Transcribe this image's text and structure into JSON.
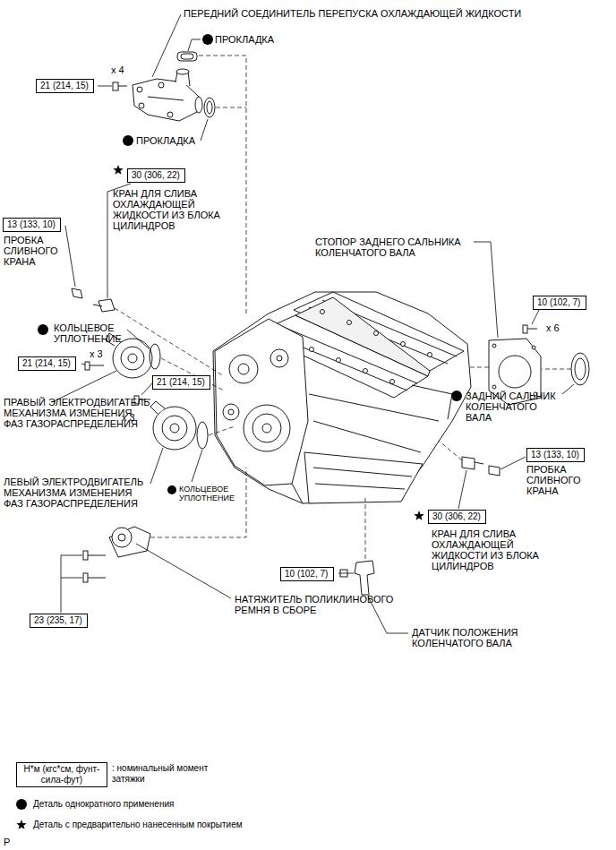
{
  "diagram": {
    "nodes": [
      {
        "text": [
          "21 (214, 15)"
        ]
      },
      {
        "text": [
          "30 (306, 22)"
        ]
      },
      {
        "text": [
          "13 (133, 10)"
        ]
      },
      {
        "text": [
          "10 (102, 7)"
        ]
      },
      {
        "text": [
          "21 (214, 15)"
        ]
      },
      {
        "text": [
          "21 (214, 15)"
        ]
      },
      {
        "text": [
          "13 (133, 10)"
        ]
      },
      {
        "text": [
          "30 (306, 22)"
        ]
      },
      {
        "text": [
          "23 (235, 17)"
        ]
      },
      {
        "text": [
          "10 (102, 7)"
        ]
      },
      {
        "text": [
          "Н*м (кгс*см, фунт-сила-фут)"
        ]
      }
    ],
    "labels": [
      "ПЕРЕДНИЙ СОЕДИНИТЕЛЬ ПЕРЕПУСКА ОХЛАЖДАЮЩЕЙ ЖИДКОСТИ",
      "ПРОКЛАДКА",
      "x 4",
      "ПРОКЛАДКА",
      "КРАН ДЛЯ СЛИВА ОХЛАЖДАЮЩЕЙ ЖИДКОСТИ ИЗ БЛОКА ЦИЛИНДРОВ",
      "ПРОБКА СЛИВНОГО КРАНА",
      "СТОПОР ЗАДНЕГО САЛЬНИКА КОЛЕНЧАТОГО ВАЛА",
      "x 6",
      "КОЛЬЦЕВОЕ УПЛОТНЕНИЕ",
      "x 3",
      "ЗАДНИЙ САЛЬНИК КОЛЕНЧАТОГО ВАЛА",
      "x 3",
      "ПРАВЫЙ ЭЛЕКТРОДВИГАТЕЛЬ МЕХАНИЗМА ИЗМЕНЕНИЯ ФАЗ ГАЗОРАСПРЕДЕЛЕНИЯ",
      "ПРОБКА СЛИВНОГО КРАНА",
      "ЛЕВЫЙ ЭЛЕКТРОДВИГАТЕЛЬ МЕХАНИЗМА ИЗМЕНЕНИЯ ФАЗ ГАЗОРАСПРЕДЕЛЕНИЯ",
      "КОЛЬЦЕВОЕ УПЛОТНЕНИЕ",
      "КРАН ДЛЯ СЛИВА ОХЛАЖДАЮЩЕЙ ЖИДКОСТИ ИЗ БЛОКА ЦИЛИНДРОВ",
      "НАТЯЖИТЕЛЬ ПОЛИКЛИНОВОГО РЕМНЯ В СБОРЕ",
      "ДАТЧИК ПОЛОЖЕНИЯ КОЛЕНЧАТОГО ВАЛА",
      "P"
    ],
    "legend": [
      {
        "text": ": номинальный момент затяжки"
      },
      {
        "text": "Деталь однократного применения"
      },
      {
        "text": "Деталь с предварительно нанесенным покрытием"
      }
    ]
  }
}
